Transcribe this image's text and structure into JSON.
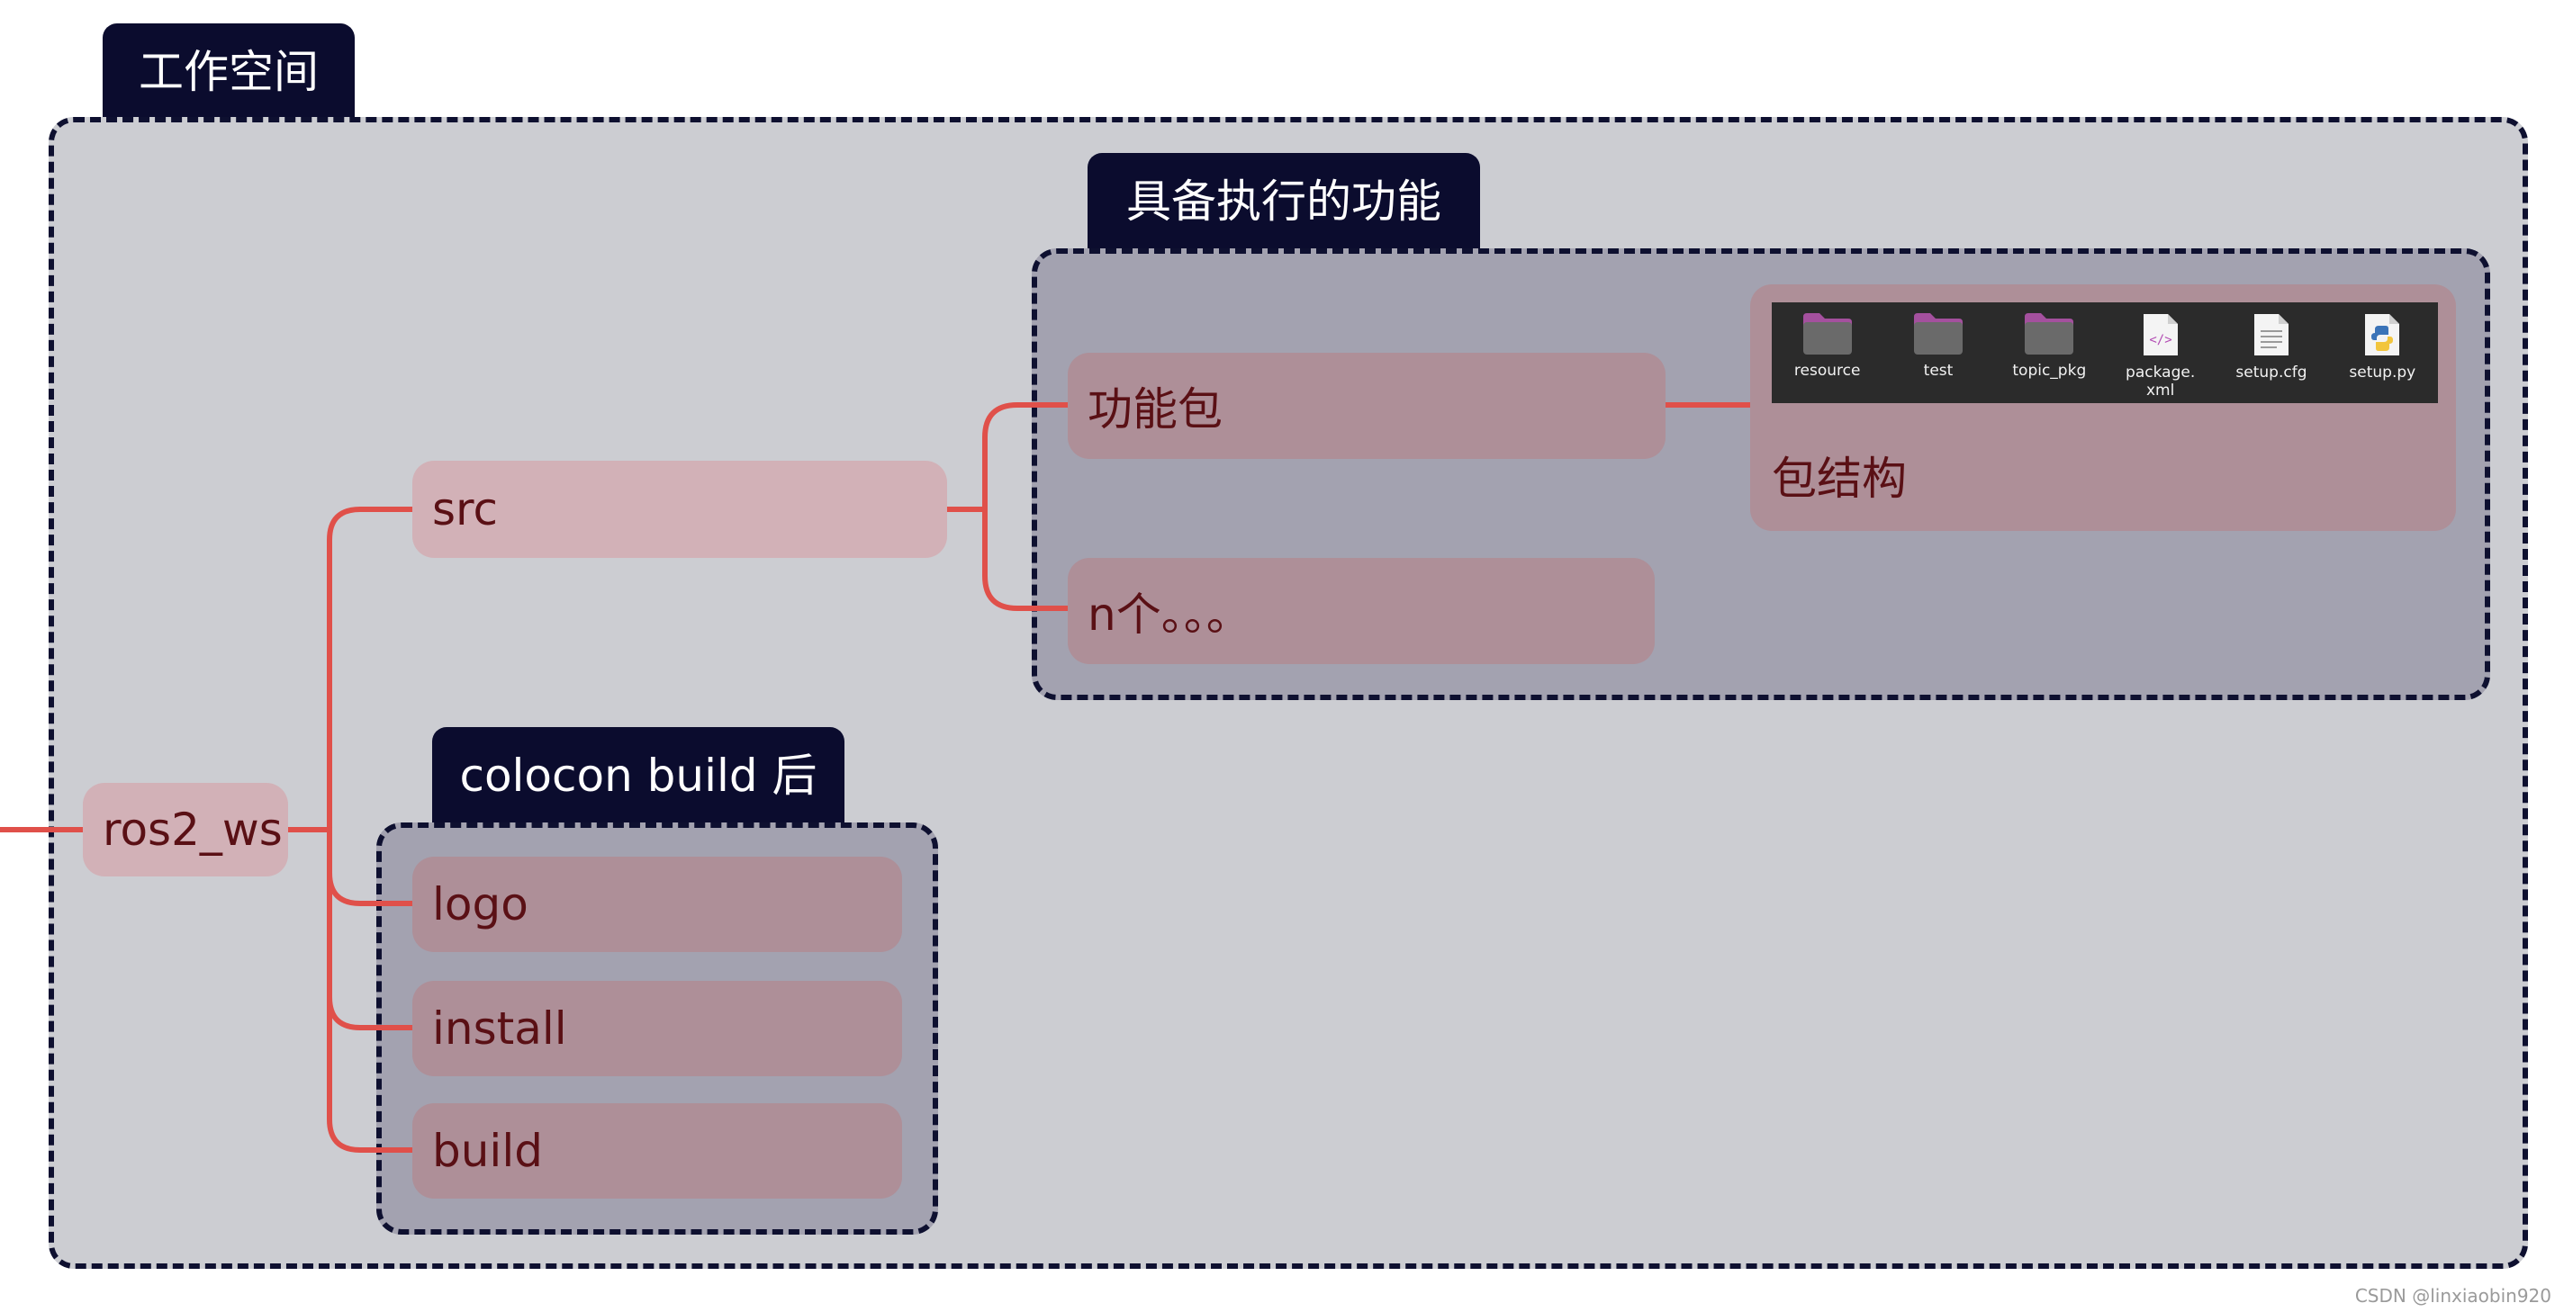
{
  "workspace": {
    "title": "工作空间"
  },
  "features_group": {
    "title": "具备执行的功能"
  },
  "build_group": {
    "title": "colocon build 后"
  },
  "nodes": {
    "root": "ros2_ws",
    "src": "src",
    "package": "功能包",
    "n_more": "n个。。。",
    "package_structure": "包结构",
    "logo": "logo",
    "install": "install",
    "build": "build"
  },
  "package_files": [
    {
      "name": "resource",
      "icon": "folder-icon"
    },
    {
      "name": "test",
      "icon": "folder-icon"
    },
    {
      "name": "topic_pkg",
      "icon": "folder-icon"
    },
    {
      "name": "package.\nxml",
      "icon": "xml-file-icon"
    },
    {
      "name": "setup.cfg",
      "icon": "text-file-icon"
    },
    {
      "name": "setup.py",
      "icon": "python-file-icon"
    }
  ],
  "watermark": "CSDN @linxiaobin920",
  "colors": {
    "connector": "#e0504a",
    "workspace_fill": "#cccdd2",
    "group_fill": "#a3a2b0",
    "group_border": "#0e1030",
    "tab_fill": "#0b0c2e",
    "node_light": "#d2b1b7",
    "node_dark": "#ae8f98",
    "node_text": "#5a1015"
  }
}
